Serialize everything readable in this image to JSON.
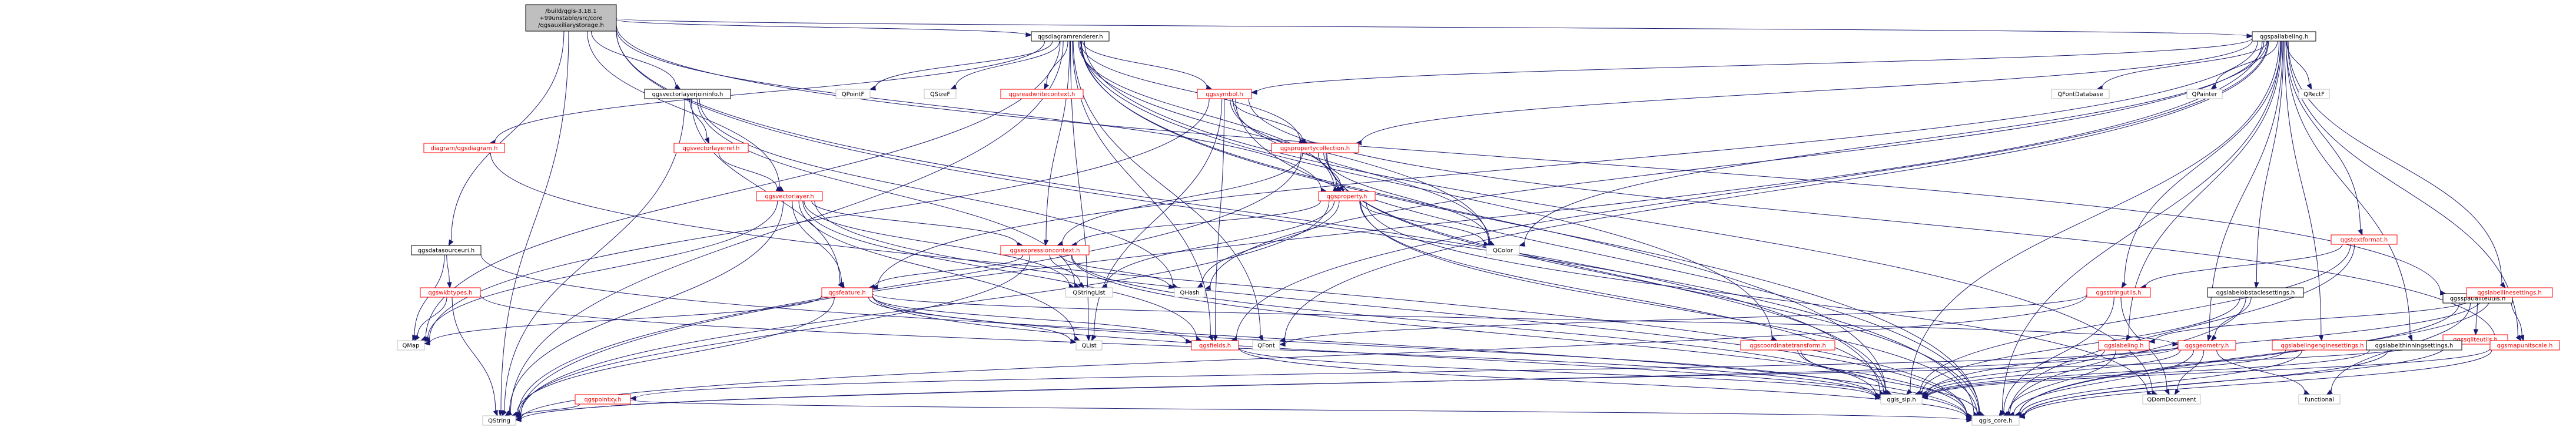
{
  "colors": {
    "root_fill": "#bfbfbf",
    "node_fill": "#ffffff",
    "node_border_documented": "#000000",
    "node_border_red": "#ff0000",
    "node_border_undocumented": "#bfbfbf",
    "label_black": "#000000",
    "label_red": "#ff0000",
    "edge": "#191970"
  },
  "nodes": [
    {
      "id": "root",
      "lines": [
        "/build/qgis-3.18.1",
        "+99unstable/src/core",
        "/qgsauxiliarystorage.h"
      ],
      "style": "root"
    },
    {
      "id": "diagramrenderer",
      "lines": [
        "qgsdiagramrenderer.h"
      ],
      "style": "doc"
    },
    {
      "id": "pallabeling",
      "lines": [
        "qgspallabeling.h"
      ],
      "style": "doc"
    },
    {
      "id": "vectorlayerjoininfo",
      "lines": [
        "qgsvectorlayerjoininfo.h"
      ],
      "style": "doc"
    },
    {
      "id": "spatialiteutils",
      "lines": [
        "qgsspatialiteutils.h"
      ],
      "style": "doc"
    },
    {
      "id": "diagram",
      "lines": [
        "diagram/qgsdiagram.h"
      ],
      "style": "red"
    },
    {
      "id": "qpointf",
      "lines": [
        "QPointF"
      ],
      "style": "undoc"
    },
    {
      "id": "qsizef",
      "lines": [
        "QSizeF"
      ],
      "style": "undoc"
    },
    {
      "id": "readwritecontext",
      "lines": [
        "qgsreadwritecontext.h"
      ],
      "style": "red"
    },
    {
      "id": "symbol",
      "lines": [
        "qgssymbol.h"
      ],
      "style": "red"
    },
    {
      "id": "qfontdatabase",
      "lines": [
        "QFontDatabase"
      ],
      "style": "undoc"
    },
    {
      "id": "qpainter",
      "lines": [
        "QPainter"
      ],
      "style": "undoc"
    },
    {
      "id": "qrectf",
      "lines": [
        "QRectF"
      ],
      "style": "undoc"
    },
    {
      "id": "vectorlayerref",
      "lines": [
        "qgsvectorlayerref.h"
      ],
      "style": "red"
    },
    {
      "id": "propertycollection",
      "lines": [
        "qgspropertycollection.h"
      ],
      "style": "red"
    },
    {
      "id": "vectorlayer",
      "lines": [
        "qgsvectorlayer.h"
      ],
      "style": "red"
    },
    {
      "id": "property",
      "lines": [
        "qgsproperty.h"
      ],
      "style": "red"
    },
    {
      "id": "datasourceuri",
      "lines": [
        "qgsdatasourceuri.h"
      ],
      "style": "doc"
    },
    {
      "id": "expressioncontext",
      "lines": [
        "qgsexpressioncontext.h"
      ],
      "style": "red"
    },
    {
      "id": "qcolor",
      "lines": [
        "QColor"
      ],
      "style": "undoc"
    },
    {
      "id": "textformat",
      "lines": [
        "qgstextformat.h"
      ],
      "style": "red"
    },
    {
      "id": "wkbtypes",
      "lines": [
        "qgswkbtypes.h"
      ],
      "style": "red"
    },
    {
      "id": "feature",
      "lines": [
        "qgsfeature.h"
      ],
      "style": "red"
    },
    {
      "id": "qstringlist",
      "lines": [
        "QStringList"
      ],
      "style": "undoc"
    },
    {
      "id": "qhash",
      "lines": [
        "QHash"
      ],
      "style": "undoc"
    },
    {
      "id": "stringutils",
      "lines": [
        "qgsstringutils.h"
      ],
      "style": "red"
    },
    {
      "id": "labelobstaclesettings",
      "lines": [
        "qgslabelobstaclesettings.h"
      ],
      "style": "doc"
    },
    {
      "id": "labellinesettings",
      "lines": [
        "qgslabellinesettings.h"
      ],
      "style": "red"
    },
    {
      "id": "sqliteutils",
      "lines": [
        "qgssqliteutils.h"
      ],
      "style": "red"
    },
    {
      "id": "qmap",
      "lines": [
        "QMap"
      ],
      "style": "undoc"
    },
    {
      "id": "fields",
      "lines": [
        "qgsfields.h"
      ],
      "style": "red"
    },
    {
      "id": "qlist",
      "lines": [
        "QList"
      ],
      "style": "undoc"
    },
    {
      "id": "qfont",
      "lines": [
        "QFont"
      ],
      "style": "undoc"
    },
    {
      "id": "coordinatetransform",
      "lines": [
        "qgscoordinatetransform.h"
      ],
      "style": "red"
    },
    {
      "id": "geometry",
      "lines": [
        "qgsgeometry.h"
      ],
      "style": "red"
    },
    {
      "id": "labeling",
      "lines": [
        "qgslabeling.h"
      ],
      "style": "red"
    },
    {
      "id": "labelingenginesettings",
      "lines": [
        "qgslabelingenginesettings.h"
      ],
      "style": "red"
    },
    {
      "id": "labelthinningsettings",
      "lines": [
        "qgslabelthinningsettings.h"
      ],
      "style": "doc"
    },
    {
      "id": "mapunitscale",
      "lines": [
        "qgsmapunitscale.h"
      ],
      "style": "red"
    },
    {
      "id": "pointxy",
      "lines": [
        "qgspointxy.h"
      ],
      "style": "red"
    },
    {
      "id": "qgis_sip",
      "lines": [
        "qgis_sip.h"
      ],
      "style": "undoc"
    },
    {
      "id": "functional",
      "lines": [
        "functional"
      ],
      "style": "undoc"
    },
    {
      "id": "qdomdocument",
      "lines": [
        "QDomDocument"
      ],
      "style": "undoc"
    },
    {
      "id": "qstring",
      "lines": [
        "QString"
      ],
      "style": "undoc"
    },
    {
      "id": "qgis_core",
      "lines": [
        "qgis_core.h"
      ],
      "style": "undoc"
    }
  ]
}
